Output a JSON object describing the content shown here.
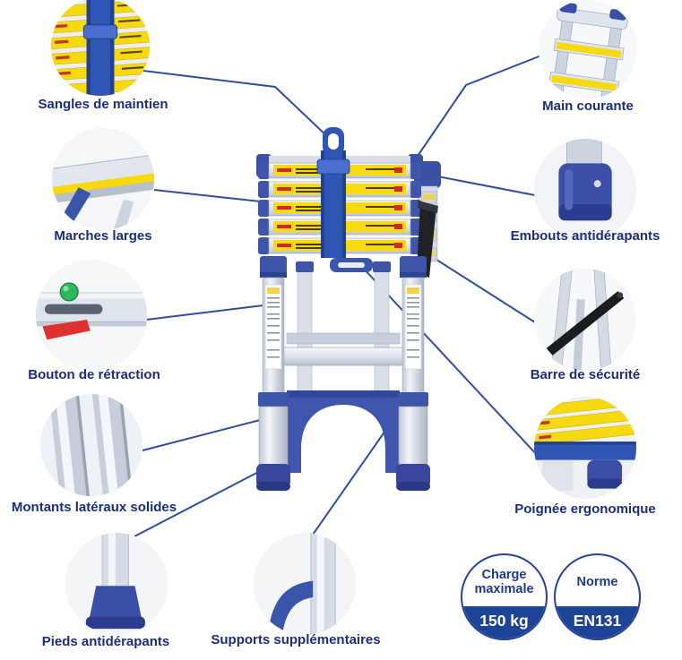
{
  "features": [
    {
      "id": "sangles",
      "label": "Sangles de maintien"
    },
    {
      "id": "main-courante",
      "label": "Main courante"
    },
    {
      "id": "marches",
      "label": "Marches larges"
    },
    {
      "id": "embouts",
      "label": "Embouts antidérapants"
    },
    {
      "id": "bouton",
      "label": "Bouton de rétraction"
    },
    {
      "id": "barre",
      "label": "Barre de sécurité"
    },
    {
      "id": "montants",
      "label": "Montants latéraux solides"
    },
    {
      "id": "poignee",
      "label": "Poignée ergonomique"
    },
    {
      "id": "pieds",
      "label": "Pieds antidérapants"
    },
    {
      "id": "supports",
      "label": "Supports supplémentaires"
    }
  ],
  "badges": [
    {
      "line1": "Charge",
      "line2": "maximale",
      "value": "150 kg"
    },
    {
      "line1": "Norme",
      "line2": "",
      "value": "EN131"
    }
  ],
  "colors": {
    "accent_navy": "#1b2e7e",
    "connector_blue": "#2e4ea3",
    "strap_blue": "#2f56b5",
    "plastic_blue": "#3b4fa6",
    "label_yellow": "#f6d90e"
  }
}
